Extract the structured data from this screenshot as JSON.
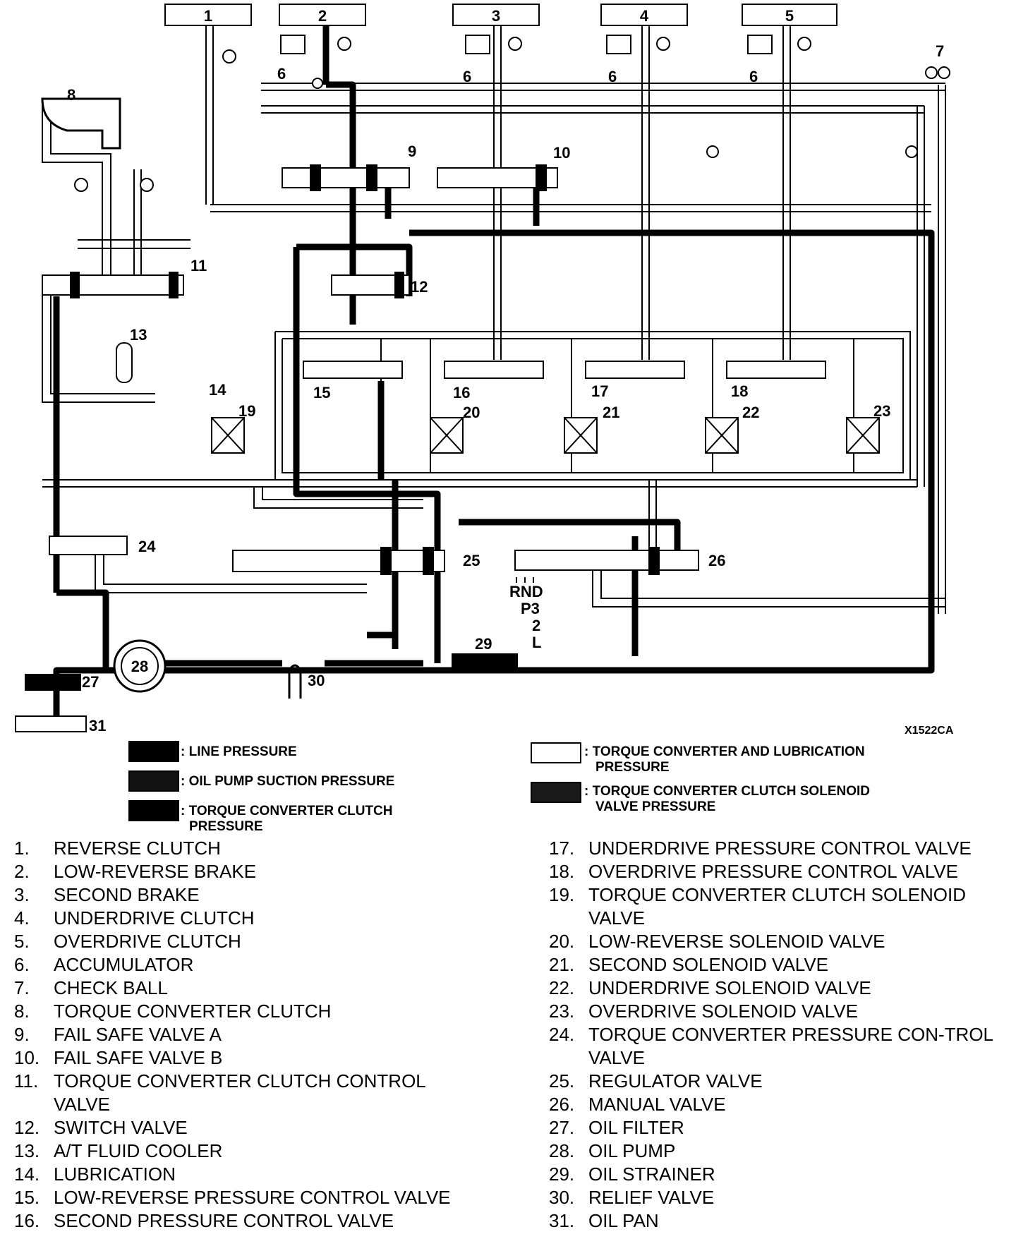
{
  "figure_code": "X1522CA",
  "colors": {
    "line_pressure": "#000000",
    "suction_pressure": "#111111",
    "tcc_pressure": "#000000",
    "lube_pressure": "#ffffff",
    "tcc_solenoid_pressure": "#1a1a1a"
  },
  "top_boxes": [
    "1",
    "2",
    "3",
    "4",
    "5"
  ],
  "accumulator_label": "6",
  "component_labels": {
    "c7": "7",
    "c8": "8",
    "c9": "9",
    "c10": "10",
    "c11": "11",
    "c12": "12",
    "c13": "13",
    "c14": "14",
    "c15": "15",
    "c16": "16",
    "c17": "17",
    "c18": "18",
    "c19": "19",
    "c20": "20",
    "c21": "21",
    "c22": "22",
    "c23": "23",
    "c24": "24",
    "c25": "25",
    "c26": "26",
    "c27": "27",
    "c28": "28",
    "c29": "29",
    "c30": "30",
    "c31": "31"
  },
  "manual_positions": [
    "RND",
    "P3",
    "2",
    "L"
  ],
  "legend": {
    "line_pressure": ": LINE PRESSURE",
    "suction_pressure": ": OIL PUMP SUCTION PRESSURE",
    "tcc_pressure_1": ": TORQUE CONVERTER CLUTCH",
    "tcc_pressure_2": "PRESSURE",
    "lube_pressure_1": ": TORQUE CONVERTER AND LUBRICATION",
    "lube_pressure_2": "PRESSURE",
    "tcc_solenoid_1": ": TORQUE CONVERTER CLUTCH SOLENOID",
    "tcc_solenoid_2": "VALVE PRESSURE"
  },
  "parts_left": [
    {
      "n": "1.",
      "t": "REVERSE CLUTCH"
    },
    {
      "n": "2.",
      "t": "LOW-REVERSE BRAKE"
    },
    {
      "n": "3.",
      "t": "SECOND BRAKE"
    },
    {
      "n": "4.",
      "t": "UNDERDRIVE CLUTCH"
    },
    {
      "n": "5.",
      "t": "OVERDRIVE CLUTCH"
    },
    {
      "n": "6.",
      "t": "ACCUMULATOR"
    },
    {
      "n": "7.",
      "t": "CHECK BALL"
    },
    {
      "n": "8.",
      "t": "TORQUE CONVERTER CLUTCH"
    },
    {
      "n": "9.",
      "t": "FAIL SAFE VALVE A"
    },
    {
      "n": "10.",
      "t": "FAIL SAFE VALVE B"
    },
    {
      "n": "11.",
      "t": "TORQUE CONVERTER CLUTCH CONTROL VALVE"
    },
    {
      "n": "12.",
      "t": "SWITCH VALVE"
    },
    {
      "n": "13.",
      "t": "A/T FLUID COOLER"
    },
    {
      "n": "14.",
      "t": "LUBRICATION"
    },
    {
      "n": "15.",
      "t": "LOW-REVERSE PRESSURE CONTROL VALVE"
    },
    {
      "n": "16.",
      "t": "SECOND PRESSURE CONTROL VALVE"
    }
  ],
  "parts_right": [
    {
      "n": "17.",
      "t": "UNDERDRIVE PRESSURE CONTROL VALVE"
    },
    {
      "n": "18.",
      "t": "OVERDRIVE PRESSURE CONTROL VALVE"
    },
    {
      "n": "19.",
      "t": "TORQUE CONVERTER CLUTCH SOLENOID VALVE"
    },
    {
      "n": "20.",
      "t": "LOW-REVERSE SOLENOID VALVE"
    },
    {
      "n": "21.",
      "t": "SECOND SOLENOID VALVE"
    },
    {
      "n": "22.",
      "t": "UNDERDRIVE SOLENOID VALVE"
    },
    {
      "n": "23.",
      "t": "OVERDRIVE SOLENOID VALVE"
    },
    {
      "n": "24.",
      "t": "TORQUE CONVERTER PRESSURE CON-TROL VALVE"
    },
    {
      "n": "25.",
      "t": "REGULATOR VALVE"
    },
    {
      "n": "26.",
      "t": "MANUAL VALVE"
    },
    {
      "n": "27.",
      "t": "OIL FILTER"
    },
    {
      "n": "28.",
      "t": "OIL PUMP"
    },
    {
      "n": "29.",
      "t": "OIL STRAINER"
    },
    {
      "n": "30.",
      "t": "RELIEF VALVE"
    },
    {
      "n": "31.",
      "t": "OIL PAN"
    }
  ]
}
